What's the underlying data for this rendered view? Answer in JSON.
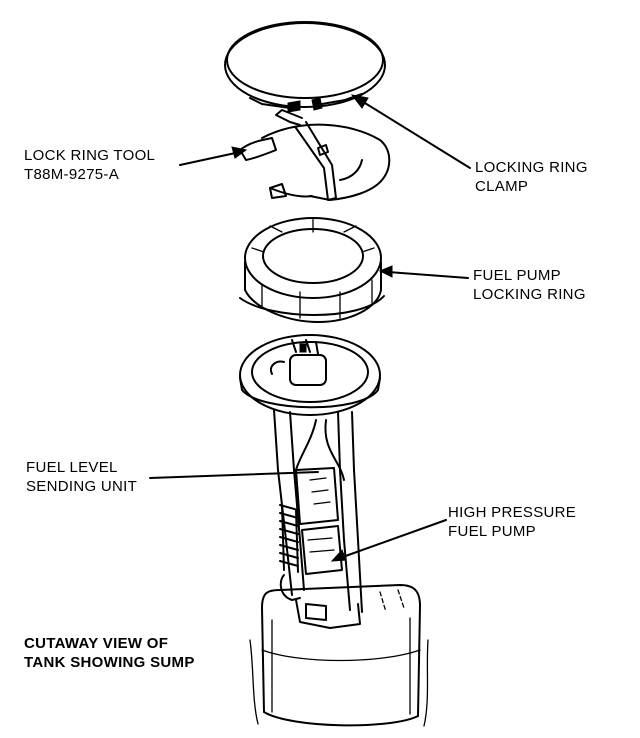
{
  "labels": {
    "lock_ring_tool_line1": "LOCK RING TOOL",
    "lock_ring_tool_line2": "T88M-9275-A",
    "locking_ring_clamp_line1": "LOCKING RING",
    "locking_ring_clamp_line2": "CLAMP",
    "fuel_pump_locking_ring_line1": "FUEL PUMP",
    "fuel_pump_locking_ring_line2": "LOCKING RING",
    "fuel_level_sending_unit_line1": "FUEL LEVEL",
    "fuel_level_sending_unit_line2": "SENDING UNIT",
    "high_pressure_fuel_pump_line1": "HIGH PRESSURE",
    "high_pressure_fuel_pump_line2": "FUEL PUMP",
    "cutaway_view_line1": "CUTAWAY VIEW OF",
    "cutaway_view_line2": "TANK SHOWING SUMP"
  },
  "colors": {
    "ink": "#000000",
    "background": "#ffffff"
  }
}
